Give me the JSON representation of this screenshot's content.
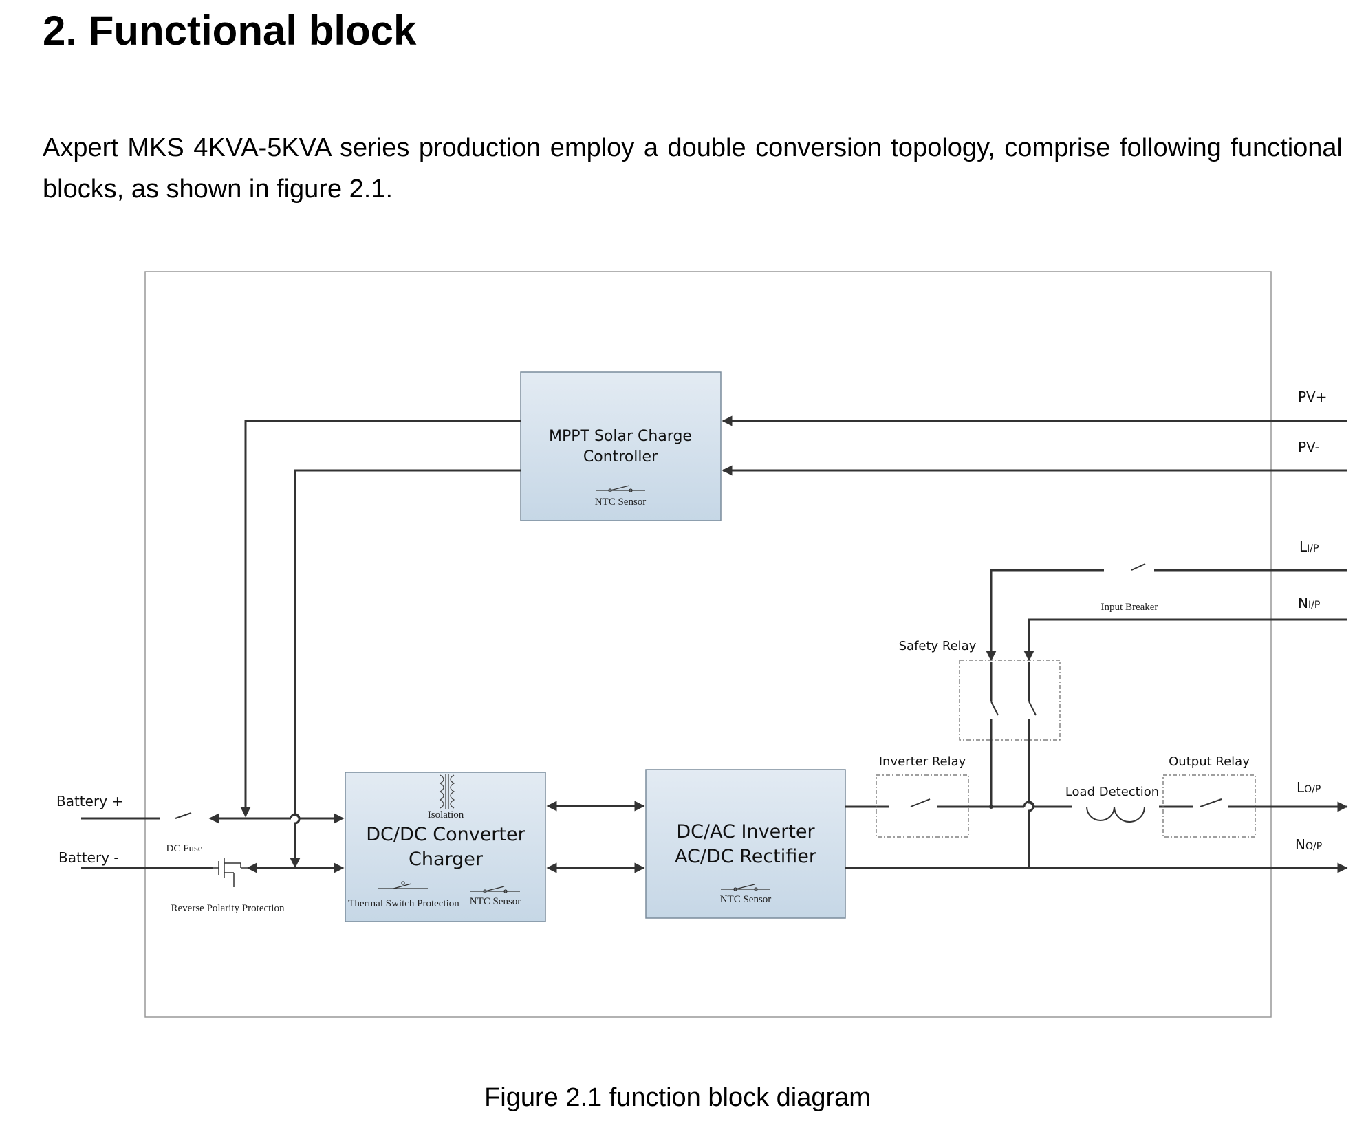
{
  "heading": "2. Functional block",
  "intro": "Axpert MKS 4KVA-5KVA series production employ a double conversion topology, comprise following functional blocks, as shown in figure 2.1.",
  "caption": "Figure 2.1 function block diagram",
  "diagram": {
    "blocks": {
      "mppt": {
        "line1": "MPPT  Solar Charge",
        "line2": "Controller",
        "sensor": "NTC Sensor"
      },
      "dcdc": {
        "line1": "DC/DC Converter",
        "line2": "Charger",
        "isolation": "Isolation",
        "thermal": "Thermal Switch Protection",
        "sensor": "NTC Sensor"
      },
      "inverter": {
        "line1": "DC/AC Inverter",
        "line2": "AC/DC Rectifier",
        "sensor": "NTC Sensor"
      }
    },
    "terminals": {
      "pv_plus": "PV+",
      "pv_minus": "PV-",
      "l_in": {
        "main": "L",
        "sub": "I/P"
      },
      "n_in": {
        "main": "N",
        "sub": "I/P"
      },
      "l_out": {
        "main": "L",
        "sub": "O/P"
      },
      "n_out": {
        "main": "N",
        "sub": "O/P"
      },
      "battery_plus": "Battery +",
      "battery_minus": "Battery -"
    },
    "components": {
      "input_breaker": "Input Breaker",
      "safety_relay": "Safety Relay",
      "inverter_relay": "Inverter Relay",
      "output_relay": "Output Relay",
      "load_detection": "Load Detection",
      "dc_fuse": "DC Fuse",
      "reverse_polarity": "Reverse Polarity Protection"
    }
  }
}
